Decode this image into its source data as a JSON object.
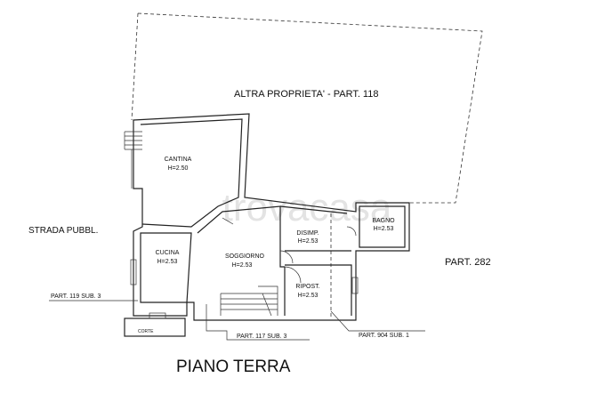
{
  "plan": {
    "title": "PIANO TERRA",
    "watermark": "trovacasa",
    "neighbors": {
      "top": "ALTRA PROPRIETA' -  PART. 118",
      "left": "STRADA PUBBL.",
      "right": "PART. 282"
    },
    "rooms": [
      {
        "name": "CANTINA",
        "height": "H=2.50"
      },
      {
        "name": "CUCINA",
        "height": "H=2.53"
      },
      {
        "name": "SOGGIORNO",
        "height": "H=2.53"
      },
      {
        "name": "DISIMP.",
        "height": "H=2.53"
      },
      {
        "name": "BAGNO",
        "height": "H=2.53"
      },
      {
        "name": "RIPOST.",
        "height": "H=2.53"
      }
    ],
    "corte": "CORTE",
    "parcels": [
      "PART. 119 SUB. 3",
      "PART. 117 SUB. 3",
      "PART. 904 SUB. 1"
    ]
  }
}
